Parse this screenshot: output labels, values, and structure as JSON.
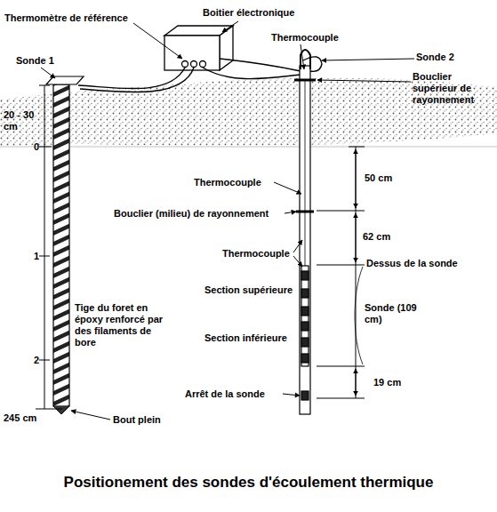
{
  "diagram": {
    "title": "Positionement des sondes d'écoulement thermique",
    "labels": [
      "Thermomètre de référence",
      "Boitier électronique",
      "Thermocouple",
      "Sonde 1",
      "Sonde 2",
      "Bouclier supérieur de rayonnement",
      "20 - 30 cm",
      "0",
      "Thermocouple",
      "50 cm",
      "1",
      "Bouclier (milieu) de rayonnement",
      "62 cm",
      "Thermocouple",
      "Dessus de la sonde",
      "Section supérieure",
      "Sonde (109 cm)",
      "Tige du foret en époxy renforcé par des filaments de bore",
      "Section inférieure",
      "2",
      "19 cm",
      "Arrêt de la sonde",
      "245 cm",
      "Bout plein"
    ]
  }
}
